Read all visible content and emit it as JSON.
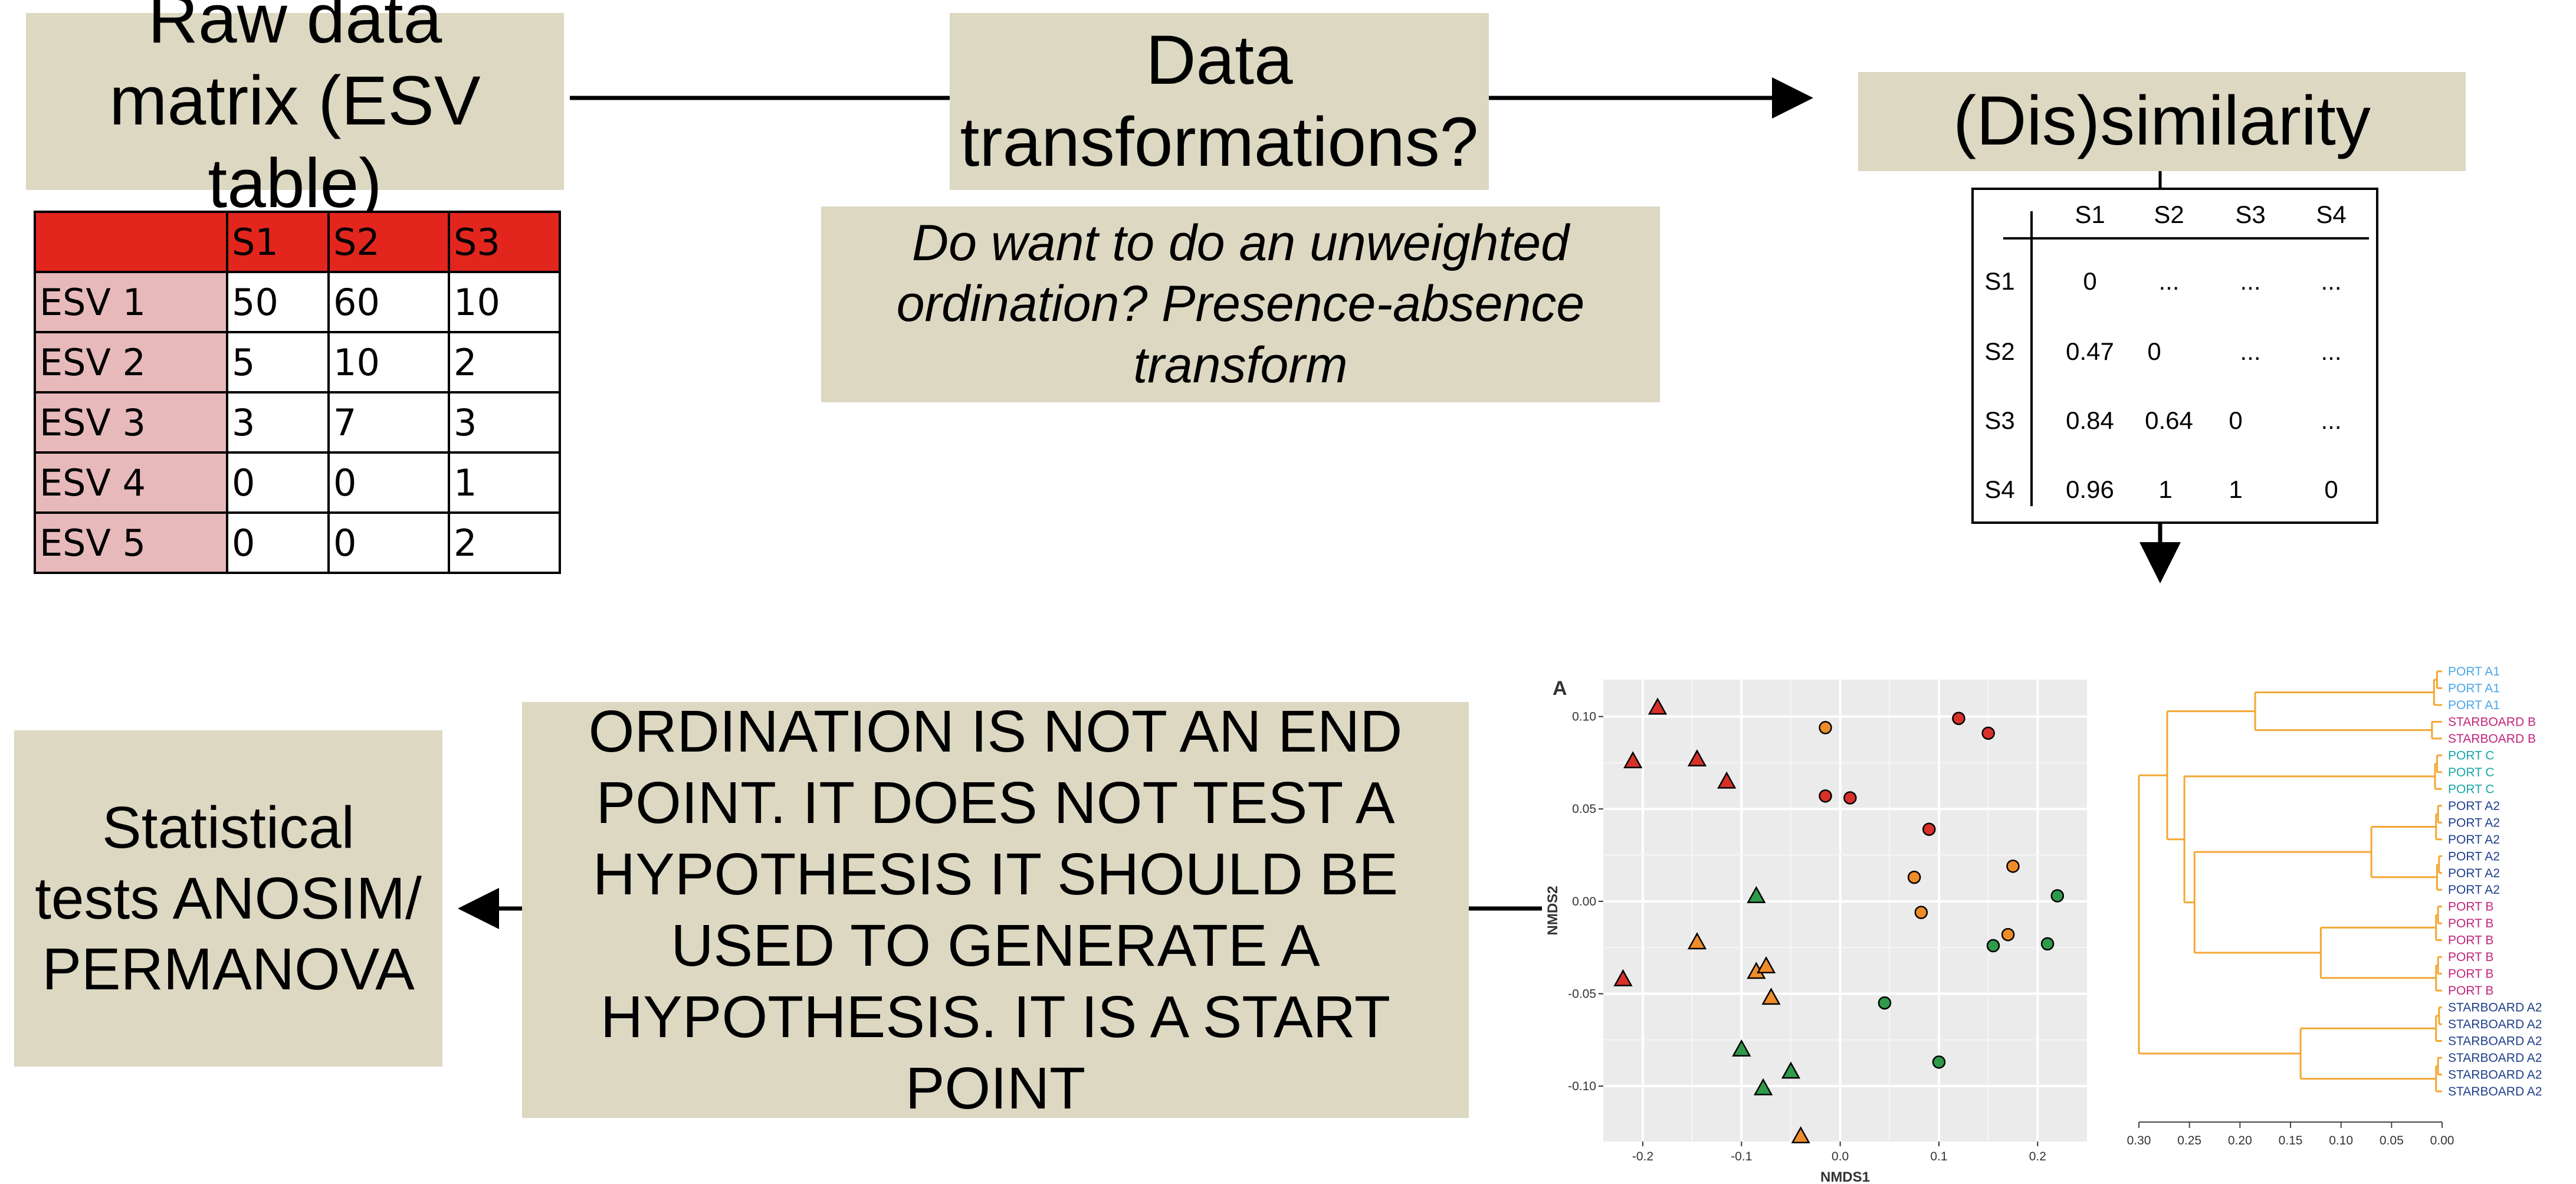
{
  "boxes": {
    "raw_matrix": "Raw data matrix (ESV table)",
    "transform_title": "Data transformations?",
    "transform_note": "Do want to do an unweighted ordination? Presence-absence transform",
    "dissimilarity": "(Dis)similarity",
    "ordination_note": "ORDINATION IS NOT AN END POINT. IT DOES NOT TEST A HYPOTHESIS IT SHOULD BE USED TO GENERATE A HYPOTHESIS. IT IS A START POINT",
    "statistical": "Statistical tests ANOSIM/ PERMANOVA"
  },
  "esv_table": {
    "columns": [
      "",
      "S1",
      "S2",
      "S3"
    ],
    "rows": [
      [
        "ESV 1",
        "50",
        "60",
        "10"
      ],
      [
        "ESV 2",
        "5",
        "10",
        "2"
      ],
      [
        "ESV 3",
        "3",
        "7",
        "3"
      ],
      [
        "ESV 4",
        "0",
        "0",
        "1"
      ],
      [
        "ESV 5",
        "0",
        "0",
        "2"
      ]
    ]
  },
  "dissimilarity_matrix": {
    "columns": [
      "S1",
      "S2",
      "S3",
      "S4"
    ],
    "rows": [
      {
        "label": "S1",
        "cells": [
          "0",
          "...",
          "...",
          "..."
        ]
      },
      {
        "label": "S2",
        "cells": [
          "0.47",
          "0",
          "...",
          "..."
        ]
      },
      {
        "label": "S3",
        "cells": [
          "0.84",
          "0.64",
          "0",
          "..."
        ]
      },
      {
        "label": "S4",
        "cells": [
          "0.96",
          "1",
          "1",
          "0"
        ]
      }
    ]
  },
  "chart_data": [
    {
      "type": "scatter",
      "panel_label": "A",
      "xlabel": "NMDS1",
      "ylabel": "NMDS2",
      "xlim": [
        -0.24,
        0.25
      ],
      "ylim": [
        -0.13,
        0.12
      ],
      "xticks": [
        "-0.2",
        "-0.1",
        "0.0",
        "0.1",
        "0.2"
      ],
      "yticks": [
        "0.10",
        "0.05",
        "0.00",
        "-0.05",
        "-0.10"
      ],
      "colors": {
        "red": "#d7312a",
        "orange": "#ef8c2a",
        "green": "#2f9a4a"
      },
      "points": [
        {
          "x": -0.185,
          "y": 0.105,
          "shape": "triangle",
          "color": "red"
        },
        {
          "x": -0.21,
          "y": 0.076,
          "shape": "triangle",
          "color": "red"
        },
        {
          "x": -0.145,
          "y": 0.077,
          "shape": "triangle",
          "color": "red"
        },
        {
          "x": -0.115,
          "y": 0.065,
          "shape": "triangle",
          "color": "red"
        },
        {
          "x": -0.22,
          "y": -0.042,
          "shape": "triangle",
          "color": "red"
        },
        {
          "x": -0.145,
          "y": -0.022,
          "shape": "triangle",
          "color": "orange"
        },
        {
          "x": -0.085,
          "y": -0.038,
          "shape": "triangle",
          "color": "orange"
        },
        {
          "x": -0.075,
          "y": -0.035,
          "shape": "triangle",
          "color": "orange"
        },
        {
          "x": -0.07,
          "y": -0.052,
          "shape": "triangle",
          "color": "orange"
        },
        {
          "x": -0.04,
          "y": -0.127,
          "shape": "triangle",
          "color": "orange"
        },
        {
          "x": -0.085,
          "y": 0.003,
          "shape": "triangle",
          "color": "green"
        },
        {
          "x": -0.1,
          "y": -0.08,
          "shape": "triangle",
          "color": "green"
        },
        {
          "x": -0.05,
          "y": -0.092,
          "shape": "triangle",
          "color": "green"
        },
        {
          "x": -0.078,
          "y": -0.101,
          "shape": "triangle",
          "color": "green"
        },
        {
          "x": -0.015,
          "y": 0.094,
          "shape": "circle",
          "color": "orange"
        },
        {
          "x": -0.015,
          "y": 0.057,
          "shape": "circle",
          "color": "red"
        },
        {
          "x": 0.01,
          "y": 0.056,
          "shape": "circle",
          "color": "red"
        },
        {
          "x": 0.12,
          "y": 0.099,
          "shape": "circle",
          "color": "red"
        },
        {
          "x": 0.15,
          "y": 0.091,
          "shape": "circle",
          "color": "red"
        },
        {
          "x": 0.09,
          "y": 0.039,
          "shape": "circle",
          "color": "red"
        },
        {
          "x": 0.075,
          "y": 0.013,
          "shape": "circle",
          "color": "orange"
        },
        {
          "x": 0.082,
          "y": -0.006,
          "shape": "circle",
          "color": "orange"
        },
        {
          "x": 0.175,
          "y": 0.019,
          "shape": "circle",
          "color": "orange"
        },
        {
          "x": 0.17,
          "y": -0.018,
          "shape": "circle",
          "color": "orange"
        },
        {
          "x": 0.045,
          "y": -0.055,
          "shape": "circle",
          "color": "green"
        },
        {
          "x": 0.1,
          "y": -0.087,
          "shape": "circle",
          "color": "green"
        },
        {
          "x": 0.155,
          "y": -0.024,
          "shape": "circle",
          "color": "green"
        },
        {
          "x": 0.21,
          "y": -0.023,
          "shape": "circle",
          "color": "green"
        },
        {
          "x": 0.22,
          "y": 0.003,
          "shape": "circle",
          "color": "green"
        }
      ]
    },
    {
      "type": "dendrogram",
      "axis_ticks": [
        "0.30",
        "0.25",
        "0.20",
        "0.15",
        "0.10",
        "0.05",
        "0.00"
      ],
      "xlim": [
        0.3,
        0.0
      ],
      "branch_color": "#f3a733",
      "leaf_colors": {
        "PORT A1": "#4aa6e8",
        "STARBOARD B": "#c0257a",
        "PORT C": "#18a6a6",
        "PORT A2": "#1f3f8a",
        "PORT B": "#c0257a",
        "STARBOARD A2": "#1f3f8a"
      },
      "leaves": [
        "PORT A1",
        "PORT A1",
        "PORT A1",
        "STARBOARD B",
        "STARBOARD B",
        "PORT C",
        "PORT C",
        "PORT C",
        "PORT A2",
        "PORT A2",
        "PORT A2",
        "PORT A2",
        "PORT A2",
        "PORT A2",
        "PORT B",
        "PORT B",
        "PORT B",
        "PORT B",
        "PORT B",
        "PORT B",
        "STARBOARD A2",
        "STARBOARD A2",
        "STARBOARD A2",
        "STARBOARD A2",
        "STARBOARD A2",
        "STARBOARD A2"
      ],
      "merges": [
        {
          "a": 0,
          "b": 1,
          "h": 0.005
        },
        {
          "a": 26,
          "b": 2,
          "h": 0.008
        },
        {
          "a": 3,
          "b": 4,
          "h": 0.01
        },
        {
          "a": 28,
          "b": 27,
          "h": 0.185
        },
        {
          "a": 5,
          "b": 6,
          "h": 0.005
        },
        {
          "a": 30,
          "b": 7,
          "h": 0.007
        },
        {
          "a": 8,
          "b": 9,
          "h": 0.004
        },
        {
          "a": 32,
          "b": 10,
          "h": 0.006
        },
        {
          "a": 11,
          "b": 12,
          "h": 0.003
        },
        {
          "a": 34,
          "b": 13,
          "h": 0.005
        },
        {
          "a": 33,
          "b": 35,
          "h": 0.07
        },
        {
          "a": 14,
          "b": 15,
          "h": 0.004
        },
        {
          "a": 37,
          "b": 16,
          "h": 0.006
        },
        {
          "a": 17,
          "b": 18,
          "h": 0.004
        },
        {
          "a": 39,
          "b": 19,
          "h": 0.006
        },
        {
          "a": 38,
          "b": 40,
          "h": 0.12
        },
        {
          "a": 36,
          "b": 41,
          "h": 0.245
        },
        {
          "a": 31,
          "b": 42,
          "h": 0.255
        },
        {
          "a": 29,
          "b": 43,
          "h": 0.272
        },
        {
          "a": 20,
          "b": 21,
          "h": 0.003
        },
        {
          "a": 45,
          "b": 22,
          "h": 0.006
        },
        {
          "a": 23,
          "b": 24,
          "h": 0.004
        },
        {
          "a": 47,
          "b": 25,
          "h": 0.006
        },
        {
          "a": 46,
          "b": 48,
          "h": 0.14
        },
        {
          "a": 44,
          "b": 49,
          "h": 0.3
        }
      ]
    }
  ]
}
